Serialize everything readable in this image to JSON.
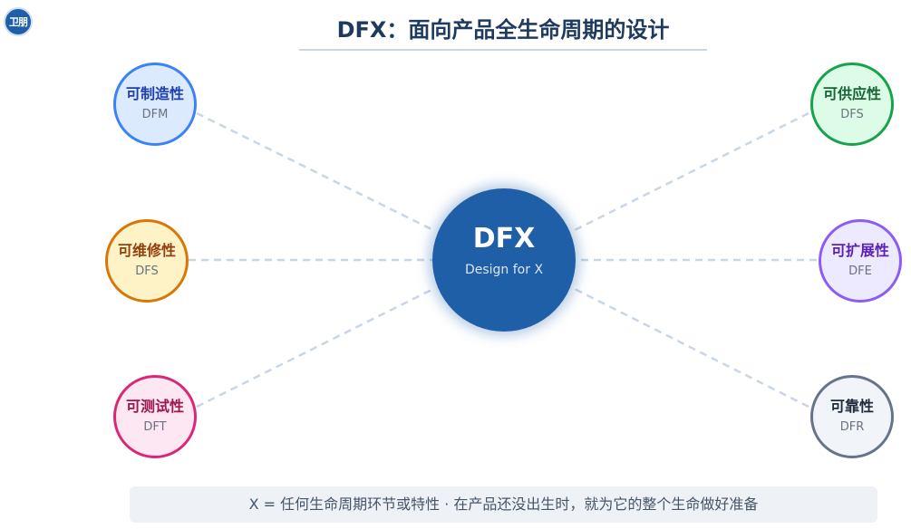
{
  "logo": {
    "text": "卫朋"
  },
  "title": "DFX：面向产品全生命周期的设计",
  "center": {
    "title": "DFX",
    "subtitle": "Design for X"
  },
  "nodes": [
    {
      "label": "可制造性",
      "abbr": "DFM",
      "color": "#3b82f6"
    },
    {
      "label": "可维修性",
      "abbr": "DFS",
      "color": "#d97706"
    },
    {
      "label": "可测试性",
      "abbr": "DFT",
      "color": "#db2777"
    },
    {
      "label": "可供应性",
      "abbr": "DFS",
      "color": "#16a34a"
    },
    {
      "label": "可扩展性",
      "abbr": "DFE",
      "color": "#8b5cf6"
    },
    {
      "label": "可靠性",
      "abbr": "DFR",
      "color": "#64748b"
    }
  ],
  "footer": "X = 任何生命周期环节或特性 · 在产品还没出生时，就为它的整个生命做好准备",
  "colors": {
    "primary": "#1f5fa8",
    "title": "#1e3a5f",
    "connector": "#c8d6e5"
  }
}
